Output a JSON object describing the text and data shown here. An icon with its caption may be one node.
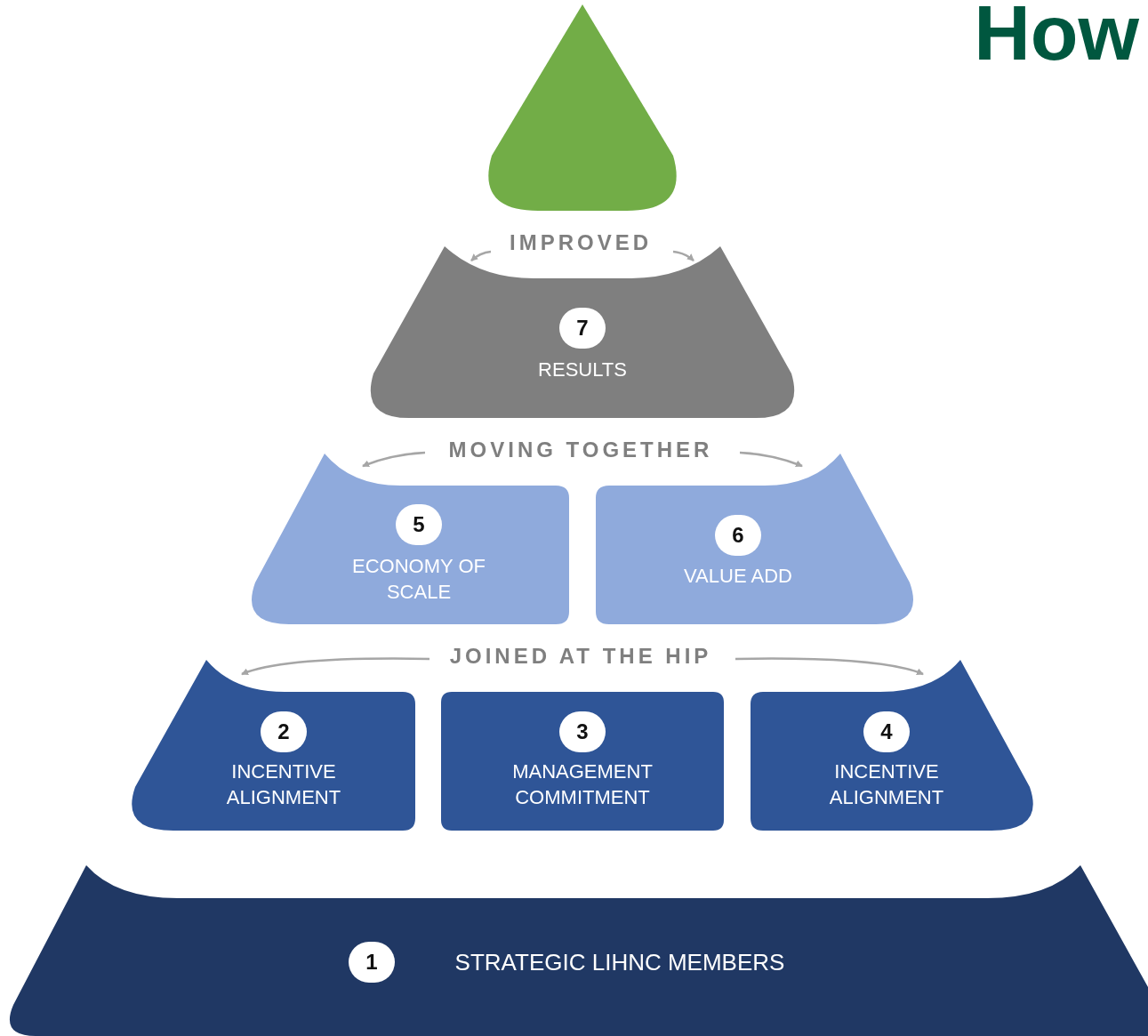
{
  "diagram": {
    "title": "How",
    "nodes": [
      {
        "text": [],
        "shape": "triangle"
      },
      {
        "text": [
          "7",
          "RESULTS"
        ]
      },
      {
        "text": [
          "5",
          "ECONOMY OF SCALE"
        ]
      },
      {
        "text": [
          "6",
          "VALUE ADD"
        ]
      },
      {
        "text": [
          "2",
          "INCENTIVE ALIGNMENT"
        ]
      },
      {
        "text": [
          "3",
          "MANAGEMENT COMMITMENT"
        ]
      },
      {
        "text": [
          "4",
          "INCENTIVE ALIGNMENT"
        ]
      },
      {
        "text": [
          "1",
          "STRATEGIC LIHNC MEMBERS"
        ]
      }
    ],
    "labels": [
      "IMPROVED",
      "MOVING TOGETHER",
      "JOINED AT THE HIP"
    ]
  }
}
